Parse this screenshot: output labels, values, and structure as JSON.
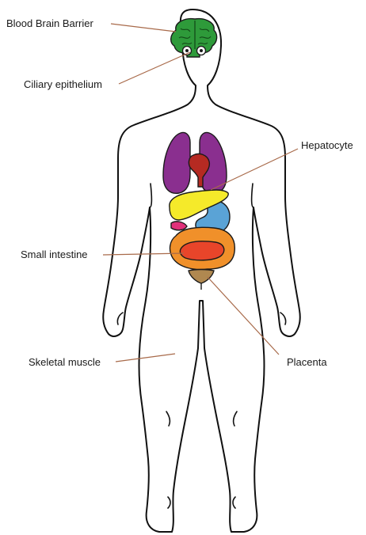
{
  "labels": {
    "blood_brain_barrier": "Blood Brain Barrier",
    "ciliary_epithelium": "Ciliary epithelium",
    "hepatocyte": "Hepatocyte",
    "small_intestine": "Small intestine",
    "skeletal_muscle": "Skeletal muscle",
    "placenta": "Placenta"
  },
  "colors": {
    "brain": "#2e9a3a",
    "lungs": "#8a2f8f",
    "heart": "#b52a22",
    "liver": "#f5ea2a",
    "stomach": "#5aa3d6",
    "pancreas": "#e0307a",
    "intestine_outer": "#f0902a",
    "intestine_inner": "#e8452a",
    "placenta": "#b08850",
    "leader_line": "#a86a4a",
    "outline": "#111111"
  }
}
